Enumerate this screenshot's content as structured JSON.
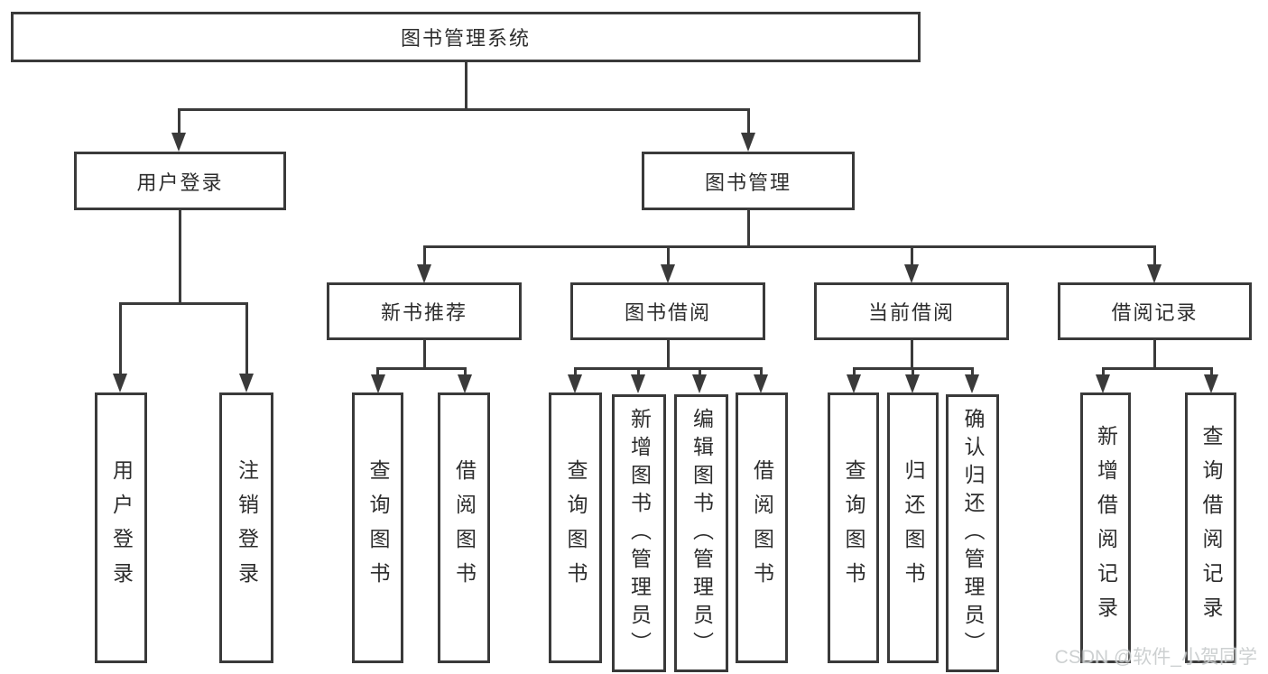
{
  "diagram": {
    "root": {
      "label": "图书管理系统"
    },
    "level2": [
      {
        "label": "用户登录",
        "leaves": [
          {
            "label": "用户登录"
          },
          {
            "label": "注销登录"
          }
        ]
      },
      {
        "label": "图书管理",
        "groups": [
          {
            "label": "新书推荐",
            "leaves": [
              {
                "label": "查询图书"
              },
              {
                "label": "借阅图书"
              }
            ]
          },
          {
            "label": "图书借阅",
            "leaves": [
              {
                "label": "查询图书"
              },
              {
                "label": "新增图书（管理员）"
              },
              {
                "label": "编辑图书（管理员）"
              },
              {
                "label": "借阅图书"
              }
            ]
          },
          {
            "label": "当前借阅",
            "leaves": [
              {
                "label": "查询图书"
              },
              {
                "label": "归还图书"
              },
              {
                "label": "确认归还（管理员）"
              }
            ]
          },
          {
            "label": "借阅记录",
            "leaves": [
              {
                "label": "新增借阅记录"
              },
              {
                "label": "查询借阅记录"
              }
            ]
          }
        ]
      }
    ],
    "watermark": "CSDN @软件_小贺同学",
    "colors": {
      "line": "#3a3a3a",
      "text": "#2d2d2d",
      "background": "#ffffff",
      "watermark": "#c9cdce"
    }
  }
}
